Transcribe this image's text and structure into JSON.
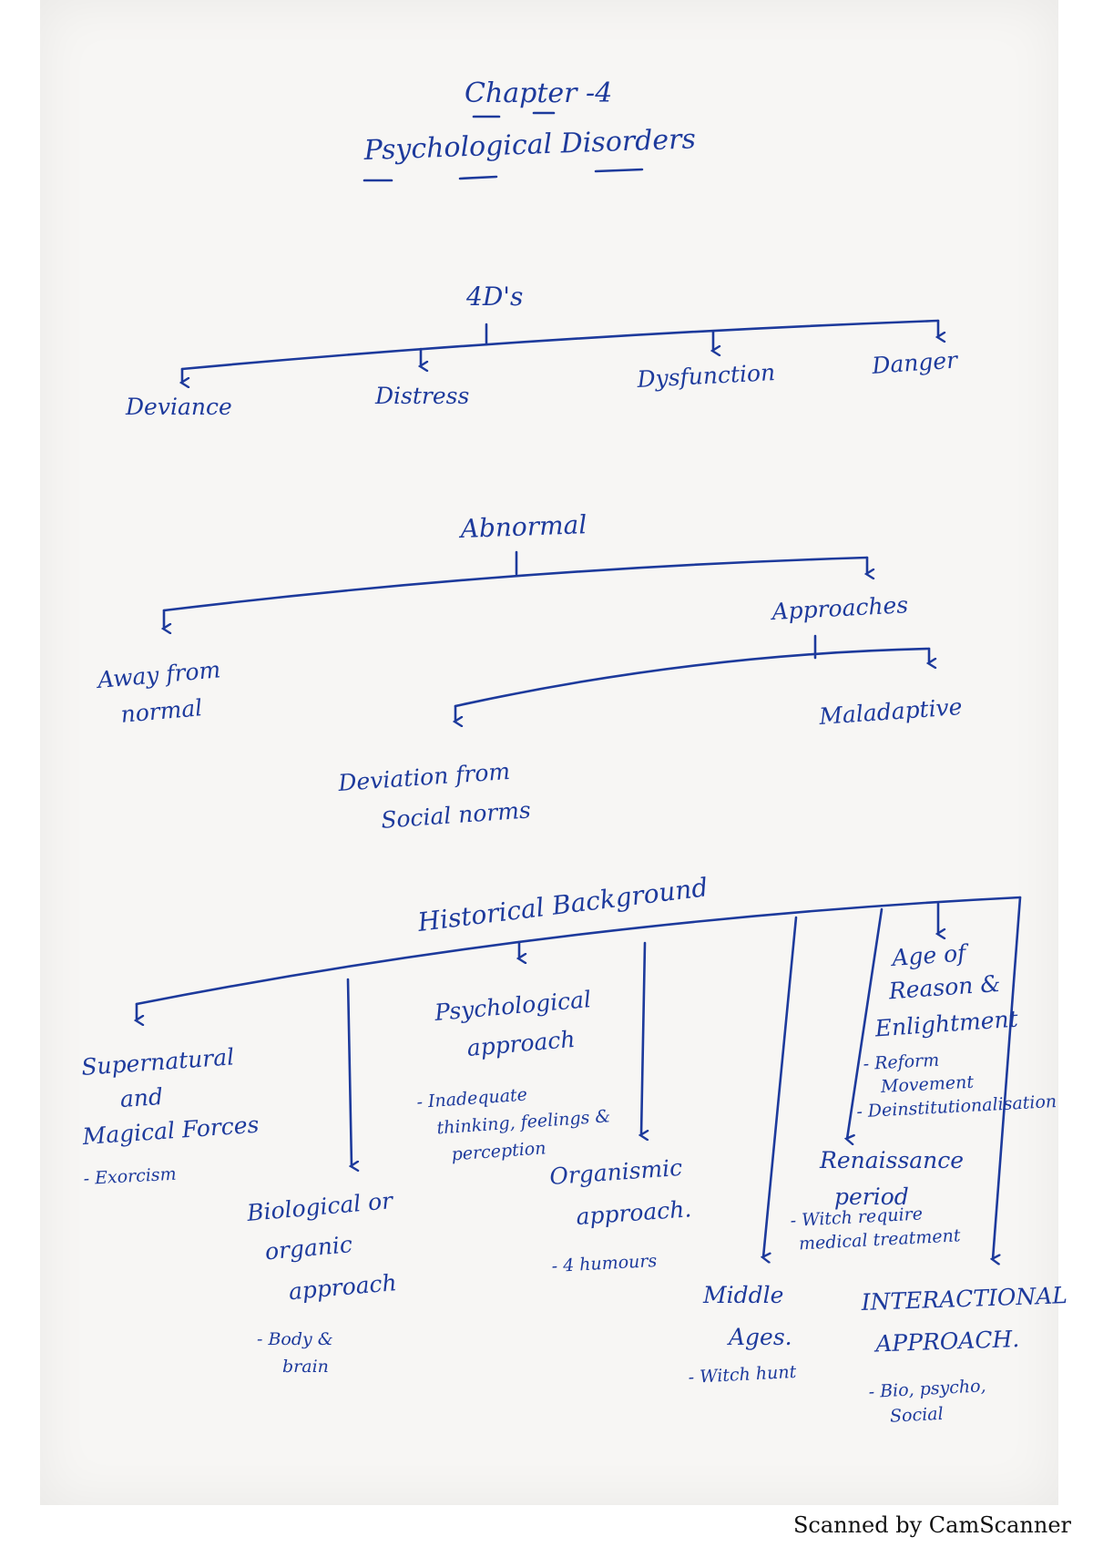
{
  "page": {
    "chapter": "Chapter -4",
    "title": "Psychological Disorders",
    "footer": "Scanned by CamScanner"
  },
  "four_ds": {
    "root": "4D's",
    "items": [
      "Deviance",
      "Distress",
      "Dysfunction",
      "Danger"
    ]
  },
  "abnormal": {
    "root": "Abnormal",
    "away": [
      "Away from",
      "normal"
    ],
    "approaches": "Approaches",
    "deviation": [
      "Deviation from",
      "Social norms"
    ],
    "maladaptive": "Maladaptive"
  },
  "history": {
    "root": "Historical Background",
    "supernatural": {
      "lines": [
        "Supernatural",
        "and",
        "Magical Forces"
      ],
      "note": "- Exorcism"
    },
    "biological": {
      "lines": [
        "Biological or",
        "organic",
        "approach"
      ],
      "note": [
        "- Body &",
        "brain"
      ]
    },
    "psychological": {
      "lines": [
        "Psychological",
        "approach"
      ],
      "note": [
        "- Inadequate",
        "thinking, feelings &",
        "perception"
      ]
    },
    "organismic": {
      "lines": [
        "Organismic",
        "approach."
      ],
      "note": "- 4 humours"
    },
    "middle_ages": {
      "lines": [
        "Middle",
        "Ages."
      ],
      "note": "- Witch hunt"
    },
    "enlightenment": {
      "lines": [
        "Age of",
        "Reason &",
        "Enlightment"
      ],
      "note": [
        "- Reform",
        "Movement",
        "- Deinstitutionalisation"
      ]
    },
    "renaissance": {
      "lines": [
        "Renaissance",
        "period"
      ],
      "note": [
        "- Witch require",
        "medical treatment"
      ]
    },
    "interactional": {
      "lines": [
        "INTERACTIONAL",
        "APPROACH."
      ],
      "note": [
        "- Bio, psycho,",
        "Social"
      ]
    }
  }
}
